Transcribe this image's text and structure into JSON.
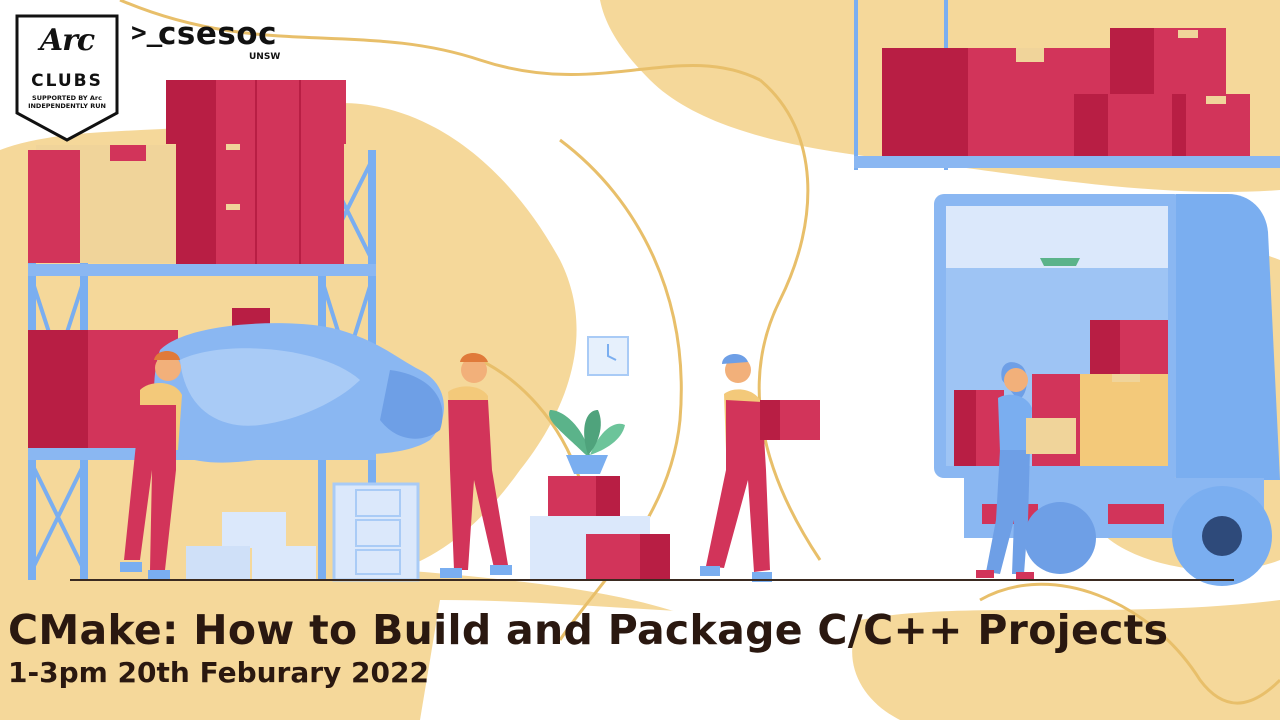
{
  "branding": {
    "arc_logo_text": "Arc",
    "arc_clubs": "CLUBS",
    "arc_supported_line1": "SUPPORTED BY Arc",
    "arc_supported_line2": "INDEPENDENTLY RUN",
    "csesoc_prompt": ">_",
    "csesoc_name": "csesoc",
    "csesoc_unsw": "UNSW"
  },
  "event": {
    "title": "CMake: How to Build and Package C/C++ Projects",
    "datetime": "1-3pm 20th Feburary 2022"
  },
  "illustration": {
    "subject": "warehouse-workers-loading-truck",
    "icons": [
      "shelf-icon",
      "box-icon",
      "sofa-icon",
      "worker-icon",
      "truck-icon",
      "plant-icon",
      "clock-icon",
      "cabinet-icon"
    ],
    "colors": {
      "background": "#ffffff",
      "blob": "#f5d89a",
      "blob_dark": "#f3c97a",
      "line": "#e8bf6a",
      "box_red": "#d2345a",
      "box_dark": "#b81e44",
      "box_tan": "#f0d49a",
      "shelf_blue": "#7aaef0",
      "truck_blue": "#8ab7f2",
      "text": "#2a1810"
    }
  }
}
